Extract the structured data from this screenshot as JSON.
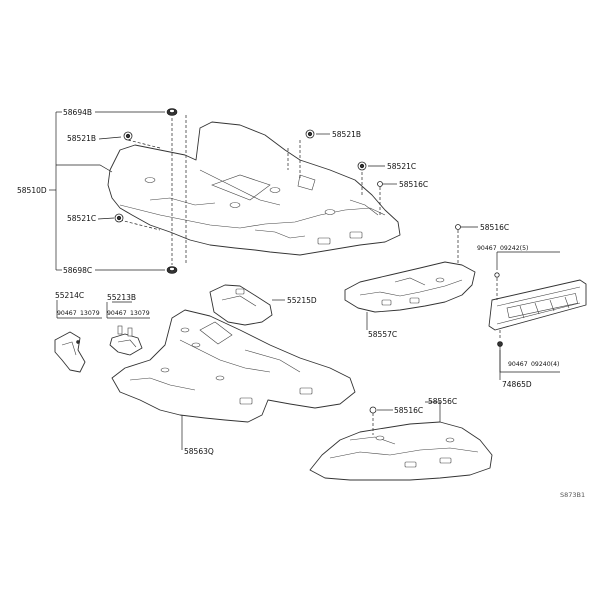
{
  "labels": {
    "p58694B": "58694B",
    "p58521B_left": "58521B",
    "p58510D": "58510D",
    "p58521C_left": "58521C",
    "p58698C": "58698C",
    "p58521B_right": "58521B",
    "p58521C_right": "58521C",
    "p58516C_top": "58516C",
    "p58516C_mid": "58516C",
    "p90467_a": "90467",
    "p09242": "09242(5)",
    "p58557C": "58557C",
    "p90467_b": "90467",
    "p09240": "09240(4)",
    "p74865D": "74865D",
    "p55214C": "55214C",
    "p55213B": "55213B",
    "p90467_c": "90467",
    "p13079_a": "13079",
    "p90467_d": "90467",
    "p13079_b": "13079",
    "p55215D": "55215D",
    "p58563Q": "58563Q",
    "p58516C_low": "58516C",
    "p58556C": "58556C",
    "figure_code": "S873B1"
  }
}
